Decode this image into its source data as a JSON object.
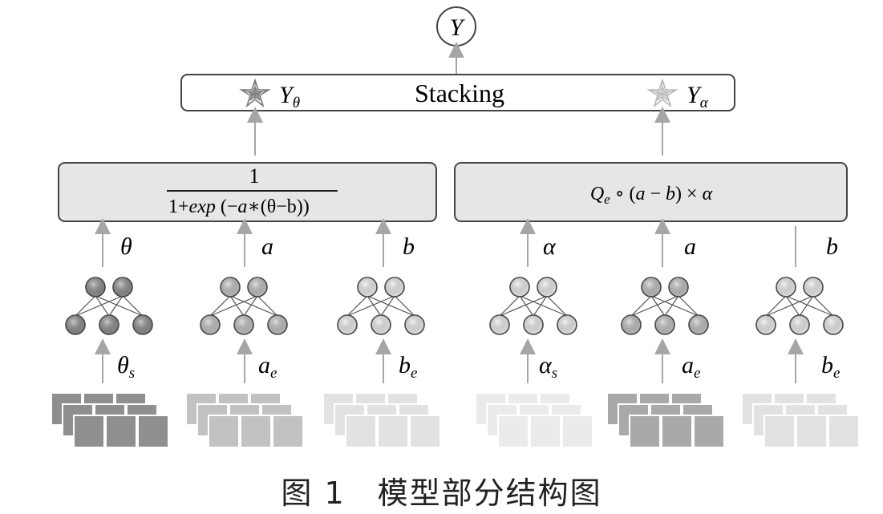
{
  "output": {
    "label": "Y"
  },
  "stacking": {
    "label": "Stacking",
    "left_output": {
      "main": "Y",
      "sub": "θ"
    },
    "right_output": {
      "main": "Y",
      "sub": "α"
    }
  },
  "left_formula": {
    "numerator": "1",
    "denominator": {
      "prefix": "1+",
      "fn": "exp",
      "open": " (−",
      "a": "a",
      "star": "∗",
      "rest": "(θ−b))"
    }
  },
  "right_formula": {
    "q": "Q",
    "q_sub": "e",
    "ring": " ∘ (",
    "a": "a",
    "minus": " − ",
    "b": "b",
    "close": ")",
    "times": "  ×  ",
    "alpha": "α"
  },
  "param_labels": [
    "θ",
    "a",
    "b",
    "α",
    "a",
    "b"
  ],
  "input_labels": [
    {
      "main": "θ",
      "sub": "s"
    },
    {
      "main": "a",
      "sub": "e"
    },
    {
      "main": "b",
      "sub": "e"
    },
    {
      "main": "α",
      "sub": "s"
    },
    {
      "main": "a",
      "sub": "e"
    },
    {
      "main": "b",
      "sub": "e"
    }
  ],
  "colors": {
    "node_fills": [
      "#8a8a8a",
      "#bdbdbd",
      "#e9e9e9",
      "#e9e9e9",
      "#bdbdbd",
      "#e9e9e9"
    ],
    "block_fills": [
      "#8f8f8f",
      "#c2c2c2",
      "#e2e2e2",
      "#ebebeb",
      "#a9a9a9",
      "#e2e2e2"
    ],
    "box_fill": "#e6e6e6",
    "arrow": "#a6a6a6"
  },
  "caption": "图 1　模型部分结构图"
}
